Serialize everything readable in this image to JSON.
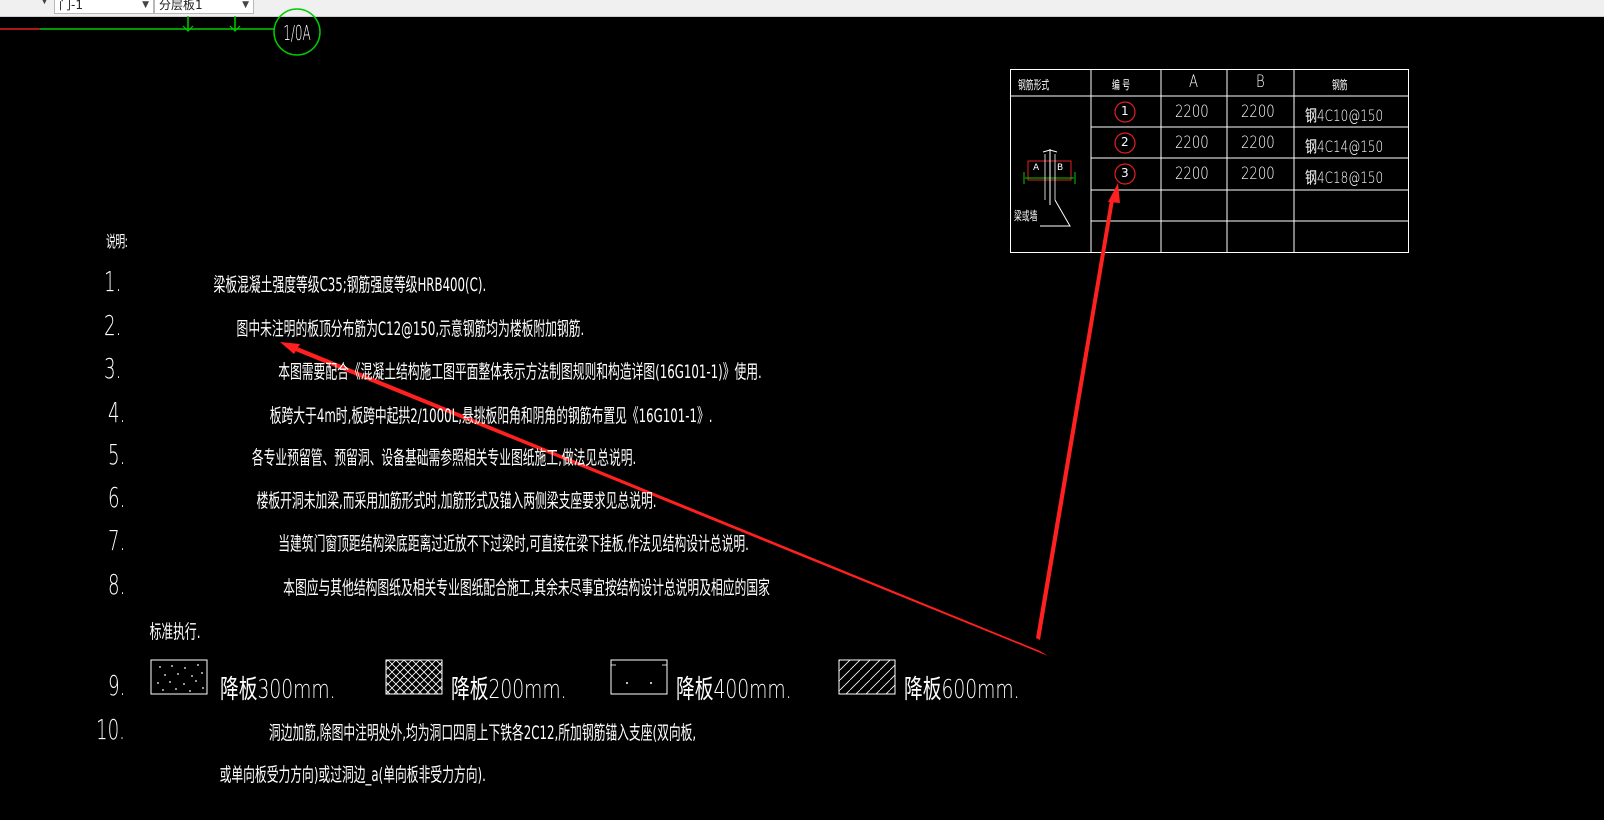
{
  "toolbar": {
    "combo_1": "门-1",
    "combo_2": "分层板1"
  },
  "axis_bubble": "1/0A",
  "table": {
    "headers": [
      "钢筋形式",
      "编 号",
      "A",
      "B",
      "钢筋"
    ],
    "rows": [
      {
        "no": "1",
        "a": "2200",
        "b": "2200",
        "bar": "钢4C10@150"
      },
      {
        "no": "2",
        "a": "2200",
        "b": "2200",
        "bar": "钢4C14@150"
      },
      {
        "no": "3",
        "a": "2200",
        "b": "2200",
        "bar": "钢4C18@150"
      }
    ],
    "detail_label_a": "A",
    "detail_label_b": "B",
    "detail_caption": "梁或墙"
  },
  "notes": {
    "title": "说明:",
    "items": [
      {
        "num": "1.",
        "text": "梁板混凝土强度等级C35;钢筋强度等级HRB400(C)."
      },
      {
        "num": "2.",
        "text": "图中未注明的板顶分布筋为C12@150,示意钢筋均为楼板附加钢筋."
      },
      {
        "num": "3.",
        "text": "本图需要配合《混凝土结构施工图平面整体表示方法制图规则和构造详图(16G101-1)》使用."
      },
      {
        "num": "4.",
        "text": "板跨大于4m时,板跨中起拱2/1000L,悬挑板阳角和阴角的钢筋布置见《16G101-1》."
      },
      {
        "num": "5.",
        "text": "各专业预留管、预留洞、设备基础需参照相关专业图纸施工,做法见总说明."
      },
      {
        "num": "6.",
        "text": "楼板开洞未加梁,而采用加筋形式时,加筋形式及锚入两侧梁支座要求见总说明."
      },
      {
        "num": "7.",
        "text": "当建筑门窗顶距结构梁底距离过近放不下过梁时,可直接在梁下挂板,作法见结构设计总说明."
      },
      {
        "num": "8.",
        "text": "本图应与其他结构图纸及相关专业图纸配合施工,其余未尽事宜按结构设计总说明及相应的国家"
      },
      {
        "num": "",
        "text": "标准执行."
      },
      {
        "num": "10.",
        "text": "洞边加筋,除图中注明处外,均为洞口四周上下铁各2C12,所加钢筋锚入支座(双向板,"
      },
      {
        "num": "",
        "text": "或单向板受力方向)或过洞边_a(单向板非受力方向)."
      }
    ],
    "legend_num": "9.",
    "legend": [
      {
        "label": "降板300mm.",
        "pattern": "dots"
      },
      {
        "label": "降板200mm.",
        "pattern": "crosshatch"
      },
      {
        "label": "降板400mm.",
        "pattern": "corner-dots"
      },
      {
        "label": "降板600mm.",
        "pattern": "diagonal"
      }
    ]
  },
  "colors": {
    "background": "#000000",
    "lines": "#ffffff",
    "axis_green": "#00cc00",
    "annotation_red": "#ff2020"
  }
}
